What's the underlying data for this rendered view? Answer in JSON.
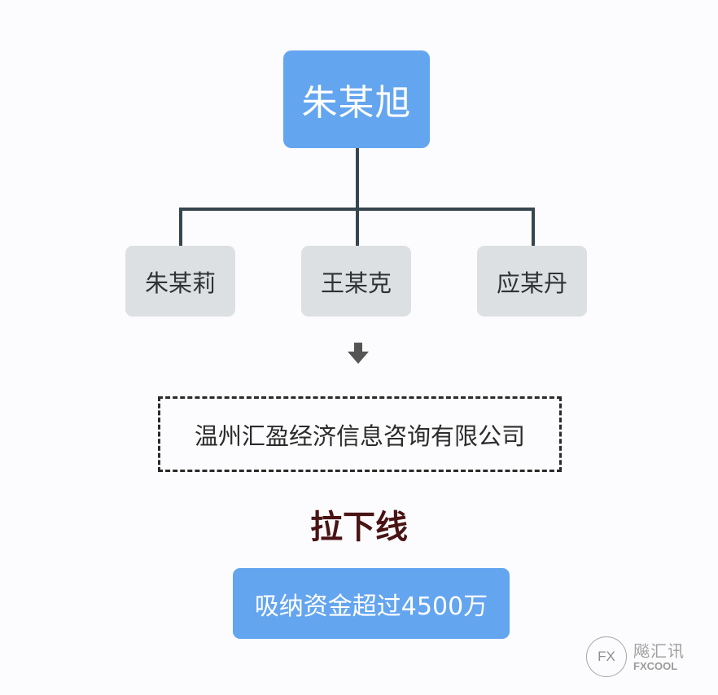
{
  "diagram": {
    "root": {
      "label": "朱某旭",
      "color": "#64A5F0"
    },
    "children": [
      {
        "label": "朱某莉"
      },
      {
        "label": "王某克"
      },
      {
        "label": "应某丹"
      }
    ],
    "connector_color": "#37454F",
    "child_color": "#DDE0E3",
    "arrow_icon": "arrow-down-icon",
    "company": {
      "label": "温州汇盈经济信息咨询有限公司",
      "border_style": "dashed"
    },
    "headline": {
      "label": "拉下线",
      "color": "#4A1414"
    },
    "result": {
      "label": "吸纳资金超过4500万",
      "color": "#64A5F0"
    }
  },
  "watermark": {
    "logo_text": "FX",
    "name_cn": "飚汇讯",
    "name_en": "FXCOOL"
  }
}
